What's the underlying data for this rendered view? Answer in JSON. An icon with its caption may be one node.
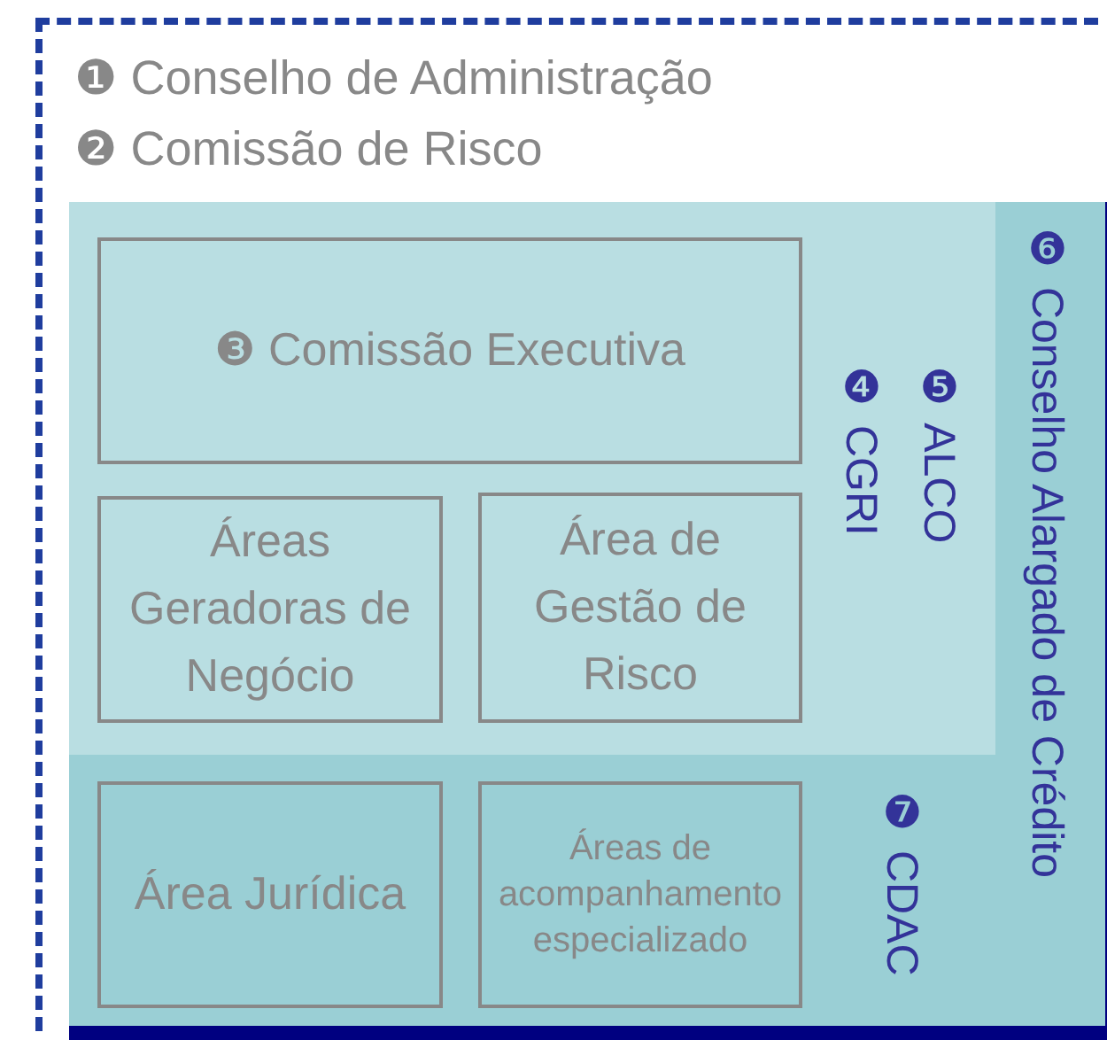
{
  "diagram": {
    "nodes": [
      {
        "text": [
          "❶ Conselho de Administração",
          "❷ Comissão de Risco"
        ]
      },
      {
        "text": [
          "❻ Conselho Alargado de Crédito"
        ],
        "in": 0
      },
      {
        "text": [
          "❹ CGRI",
          "❺ ALCO"
        ],
        "in": 1
      },
      {
        "text": [
          "❸ Comissão Executiva"
        ],
        "in": 2
      },
      {
        "text": [
          "Áreas Geradoras de Negócio"
        ],
        "in": 2
      },
      {
        "text": [
          "Área de Gestão de Risco"
        ],
        "in": 2
      },
      {
        "text": [
          "❼ CDAC"
        ],
        "in": 1
      },
      {
        "text": [
          "Área Jurídica"
        ],
        "in": 6
      },
      {
        "text": [
          "Áreas de acompanhamento especializado"
        ],
        "in": 6
      }
    ],
    "edges": []
  }
}
